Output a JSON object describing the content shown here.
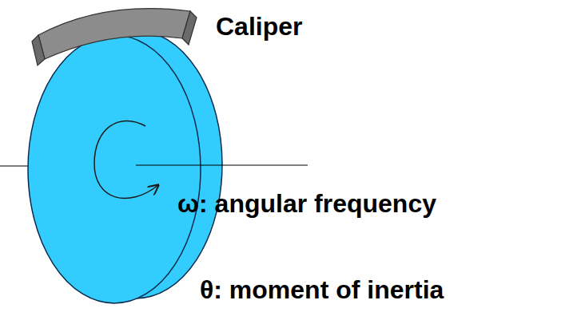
{
  "diagram": {
    "labels": [
      "Caliper",
      "ω: angular frequency",
      "θ: moment of inertia"
    ]
  }
}
